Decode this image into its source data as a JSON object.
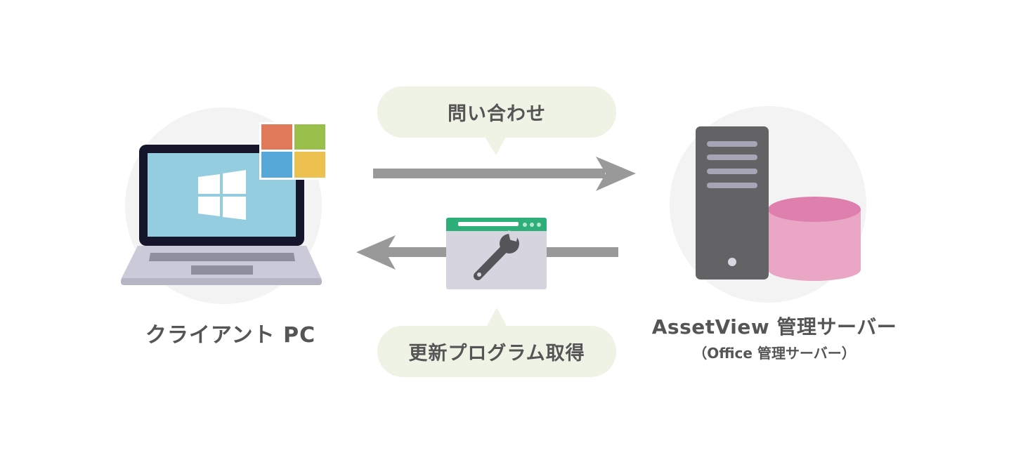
{
  "client": {
    "label": "クライアント PC"
  },
  "server": {
    "label": "AssetView 管理サーバー",
    "sublabel": "（Office 管理サーバー）"
  },
  "flows": {
    "query_label": "問い合わせ",
    "update_label": "更新プログラム取得"
  },
  "colors": {
    "bubble_fill": "#eef3e6",
    "arrow": "#999999",
    "circle_bg": "#f3f3f3",
    "screen": "#95cde0",
    "laptop_frame": "#15162b",
    "laptop_base": "#cbcad8",
    "tile_red": "#e0795a",
    "tile_green": "#9abf4b",
    "tile_blue": "#56a8d8",
    "tile_yellow": "#ecc150",
    "server_tower": "#636366",
    "db_pink": "#e9a7c5",
    "db_top": "#df7fad",
    "window_bar": "#2eaf7a",
    "window_body": "#d6d4de",
    "wrench": "#555559"
  },
  "icons": {
    "client": "laptop-icon",
    "os": "windows-logo-icon",
    "office": "office-tiles-icon",
    "server": "server-tower-icon",
    "database": "database-icon",
    "update": "update-window-icon",
    "tool": "wrench-icon"
  }
}
